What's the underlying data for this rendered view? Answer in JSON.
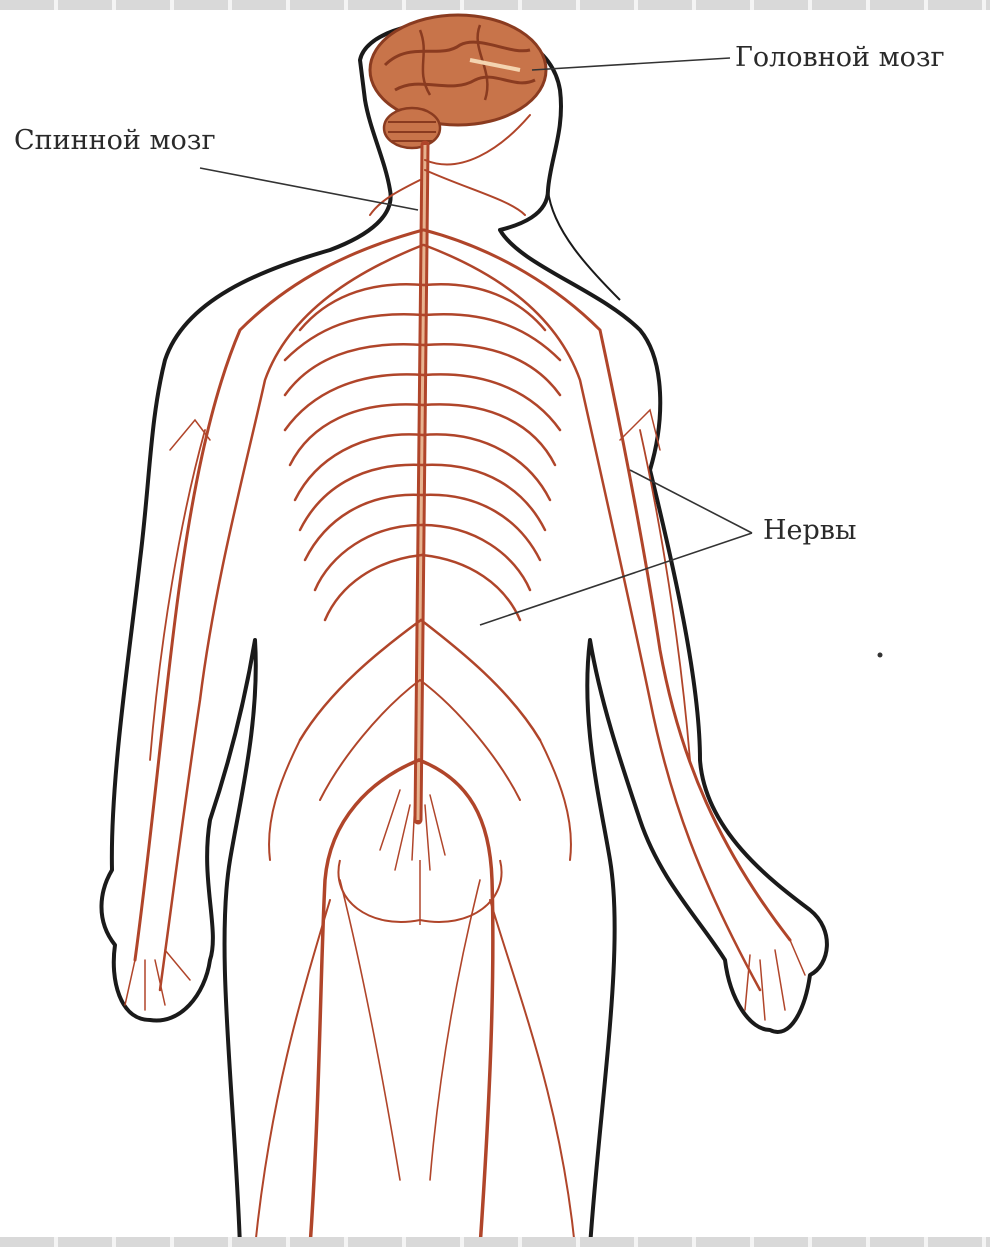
{
  "labels": {
    "brain": "Головной мозг",
    "spinal_cord": "Спинной мозг",
    "nerves": "Нервы"
  },
  "colors": {
    "outline": "#1a1a1a",
    "nerve": "#b0452a",
    "nerve_light": "#c97a55",
    "brain": "#c8744a",
    "brain_dark": "#8a3b20",
    "label_line": "#333333"
  }
}
